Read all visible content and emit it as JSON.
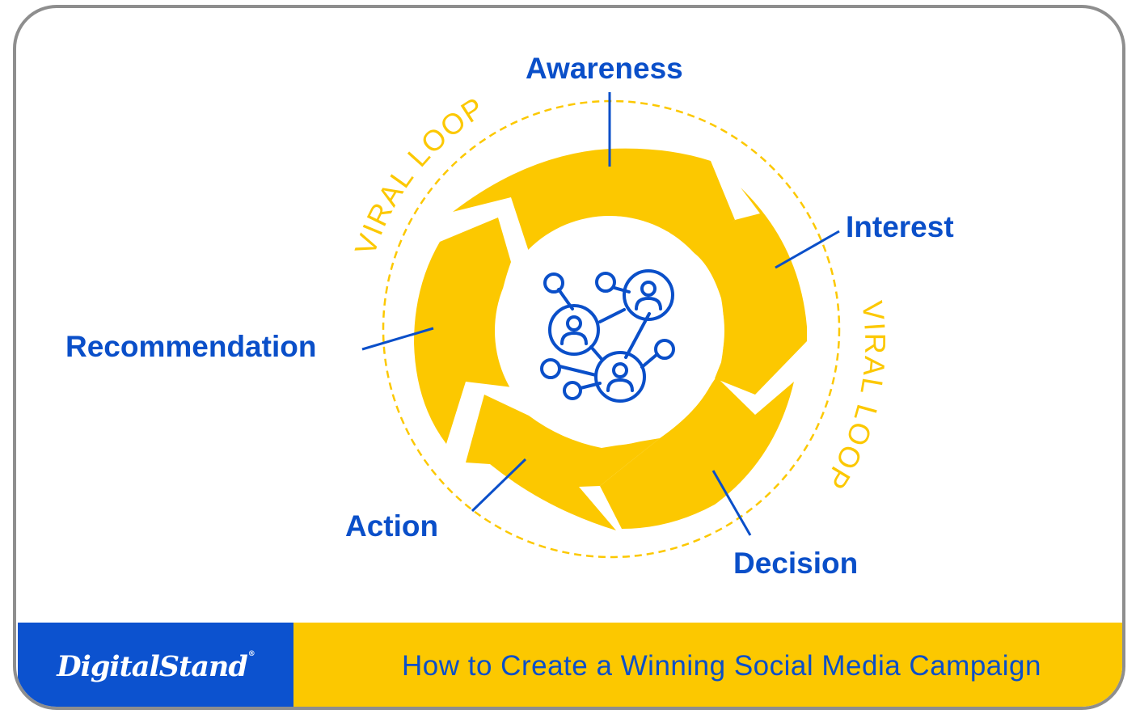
{
  "diagram": {
    "stages": {
      "awareness": "Awareness",
      "interest": "Interest",
      "decision": "Decision",
      "action": "Action",
      "recommendation": "Recommendation"
    },
    "loop_label_top": "VIRAL LOOP",
    "loop_label_right": "VIRAL LOOP",
    "center_icon": "social-network-icon",
    "colors": {
      "ring": "#fcc800",
      "accent_blue": "#0a4fc9",
      "frame": "#8e8e8e"
    }
  },
  "footer": {
    "brand": "DigitalStand",
    "brand_mark": "®",
    "title": "How to Create a Winning Social Media Campaign"
  }
}
